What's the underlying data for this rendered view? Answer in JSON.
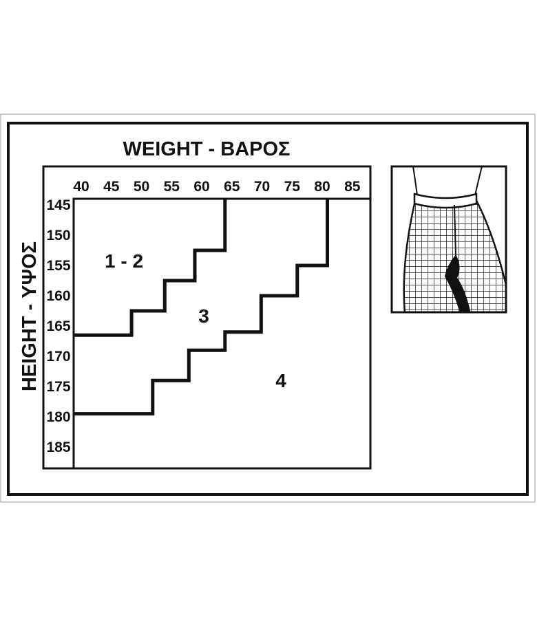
{
  "chart_data": {
    "type": "size-chart",
    "title": "WEIGHT - ΒΑΡΟΣ",
    "ylabel": "HEIGHT - ΥΨΟΣ",
    "x_ticks": [
      "40",
      "45",
      "50",
      "55",
      "60",
      "65",
      "70",
      "75",
      "80",
      "85"
    ],
    "y_ticks": [
      "145",
      "150",
      "155",
      "160",
      "165",
      "170",
      "175",
      "180",
      "185"
    ],
    "regions": [
      {
        "label": "1 - 2"
      },
      {
        "label": "3"
      },
      {
        "label": "4"
      }
    ],
    "boundaries": [
      {
        "name": "size-2-3-boundary",
        "points": [
          [
            40,
            166.5
          ],
          [
            49.5,
            166.5
          ],
          [
            49.5,
            162.5
          ],
          [
            55,
            162.5
          ],
          [
            55,
            157.5
          ],
          [
            60,
            157.5
          ],
          [
            60,
            152.5
          ],
          [
            65,
            152.5
          ],
          [
            65,
            145
          ]
        ]
      },
      {
        "name": "size-3-4-boundary",
        "points": [
          [
            40,
            179.5
          ],
          [
            53,
            179.5
          ],
          [
            53,
            174
          ],
          [
            59,
            174
          ],
          [
            59,
            169
          ],
          [
            65,
            169
          ],
          [
            65,
            166
          ],
          [
            71,
            166
          ],
          [
            71,
            160
          ],
          [
            77,
            160
          ],
          [
            77,
            155
          ],
          [
            82,
            155
          ],
          [
            82,
            145
          ]
        ]
      }
    ],
    "colors": {
      "ink": "#111111",
      "background": "#ffffff"
    }
  },
  "illustration": {
    "icon": "pantyhose-fishnet-icon"
  }
}
